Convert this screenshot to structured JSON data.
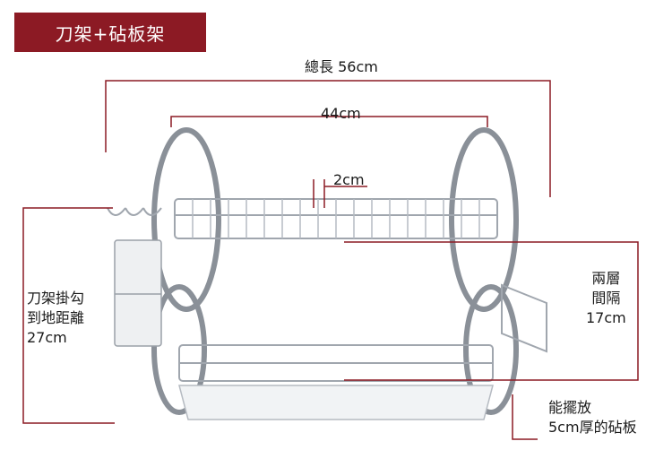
{
  "header": {
    "title": "刀架+砧板架"
  },
  "dimensions": {
    "total_length": "總長 56cm",
    "inner_width": "44cm",
    "wire_spacing": "2cm",
    "tier_gap": [
      "兩層",
      "間隔",
      "17cm"
    ],
    "hook_height": [
      "刀架掛勾",
      "到地距離",
      "27cm"
    ],
    "board_capacity": [
      "能擺放",
      "5cm厚的砧板"
    ]
  },
  "colors": {
    "accent": "#8c1a24",
    "dimension_line": "#8c1a24",
    "product": "#9aa0a8"
  }
}
